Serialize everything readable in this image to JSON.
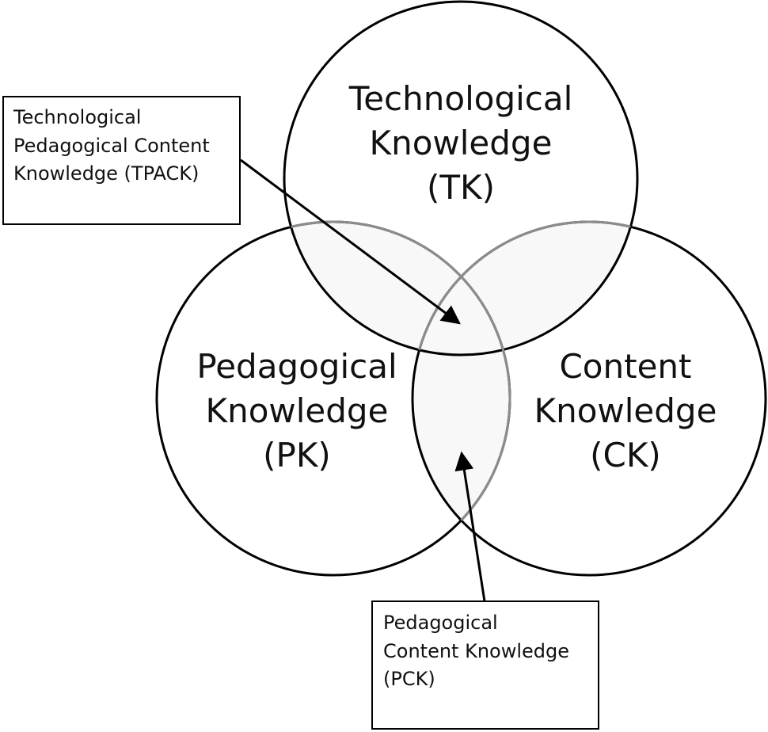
{
  "diagram": {
    "circles": {
      "tk": {
        "line1": "Technological",
        "line2": "Knowledge",
        "line3": "(TK)"
      },
      "pk": {
        "line1": "Pedagogical",
        "line2": "Knowledge",
        "line3": "(PK)"
      },
      "ck": {
        "line1": "Content",
        "line2": "Knowledge",
        "line3": "(CK)"
      }
    },
    "callouts": {
      "tpack": {
        "line1": "Technological",
        "line2": "Pedagogical Content",
        "line3": "Knowledge (TPACK)"
      },
      "pck": {
        "line1": "Pedagogical",
        "line2": "Content Knowledge",
        "line3": "(PCK)"
      }
    },
    "colors": {
      "stroke": "#000000",
      "overlap_stroke": "#8c8c8c",
      "overlap_fill": "#f6f6f6",
      "background": "#ffffff"
    }
  }
}
